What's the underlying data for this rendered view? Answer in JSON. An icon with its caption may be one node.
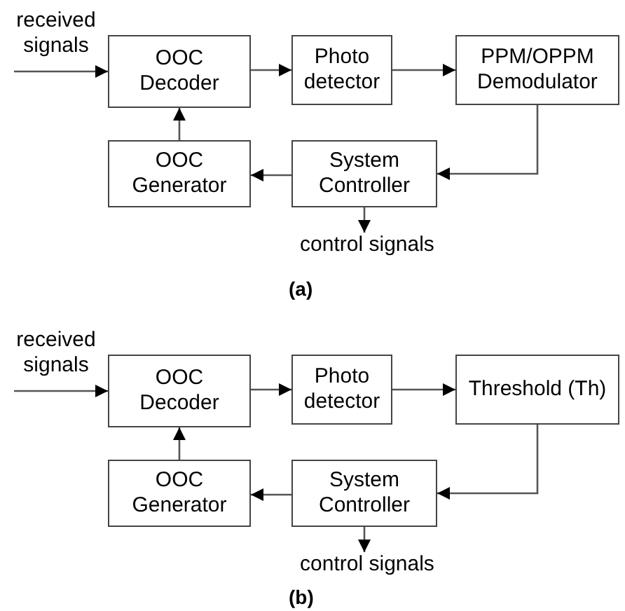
{
  "diagram": {
    "nodes": [
      {
        "text": [
          "received signals"
        ]
      },
      {
        "text": [
          "OOC Decoder"
        ]
      },
      {
        "text": [
          "Photo detector"
        ]
      },
      {
        "text": [
          "PPM/OPPM Demodulator"
        ]
      },
      {
        "text": [
          "OOC Generator"
        ]
      },
      {
        "text": [
          "System Controller"
        ]
      },
      {
        "text": [
          "control signals"
        ]
      },
      {
        "text": [
          "received signals"
        ]
      },
      {
        "text": [
          "OOC Decoder"
        ]
      },
      {
        "text": [
          "Photo detector"
        ]
      },
      {
        "text": [
          "Threshold (Th)"
        ]
      },
      {
        "text": [
          "OOC Generator"
        ]
      },
      {
        "text": [
          "System Controller"
        ]
      },
      {
        "text": [
          "control signals"
        ]
      }
    ],
    "edges": [
      {
        "from": 0,
        "to": 1,
        "arrow": "to"
      },
      {
        "from": 1,
        "to": 2,
        "arrow": "to"
      },
      {
        "from": 2,
        "to": 3,
        "arrow": "to"
      },
      {
        "from": 3,
        "to": 5,
        "arrow": "to"
      },
      {
        "from": 5,
        "to": 4,
        "arrow": "to"
      },
      {
        "from": 4,
        "to": 1,
        "arrow": "to"
      },
      {
        "from": 5,
        "to": 6,
        "arrow": "to"
      },
      {
        "from": 7,
        "to": 8,
        "arrow": "to"
      },
      {
        "from": 8,
        "to": 9,
        "arrow": "to"
      },
      {
        "from": 9,
        "to": 10,
        "arrow": "to"
      },
      {
        "from": 10,
        "to": 12,
        "arrow": "to"
      },
      {
        "from": 12,
        "to": 11,
        "arrow": "to"
      },
      {
        "from": 11,
        "to": 8,
        "arrow": "to"
      },
      {
        "from": 12,
        "to": 13,
        "arrow": "to"
      }
    ],
    "labels": [
      "(a)",
      "(b)"
    ]
  }
}
